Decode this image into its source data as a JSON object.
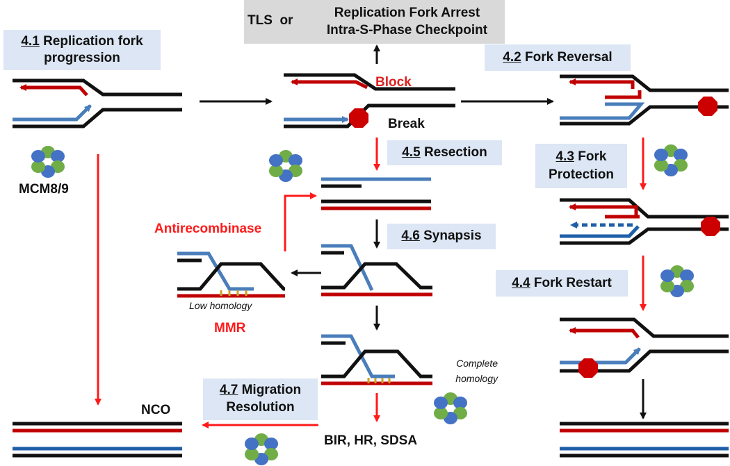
{
  "boxes": {
    "s41": {
      "num": "4.1",
      "text1": "Replication fork",
      "text2": "progression"
    },
    "top": {
      "left": "TLS",
      "or": "or",
      "line1": "Replication Fork Arrest",
      "line2": "Intra-S-Phase Checkpoint"
    },
    "s42": {
      "num": "4.2",
      "text": "Fork Reversal"
    },
    "s43": {
      "num": "4.3",
      "text1": "Fork",
      "text2": "Protection"
    },
    "s44": {
      "num": "4.4",
      "text": "Fork Restart"
    },
    "s45": {
      "num": "4.5",
      "text": "Resection"
    },
    "s46": {
      "num": "4.6",
      "text": "Synapsis"
    },
    "s47": {
      "num": "4.7",
      "text1": "Migration",
      "text2": "Resolution"
    }
  },
  "labels": {
    "block": "Block",
    "break": "Break",
    "mcm": "MCM8/9",
    "antirecombinase": "Antirecombinase",
    "low_homology": "Low homology",
    "mmr": "MMR",
    "complete1": "Complete",
    "complete2": "homology",
    "nco": "NCO",
    "outcomes": "BIR, HR, SDSA"
  },
  "colors": {
    "black": "#111111",
    "red": "#c00000",
    "bright_red": "#ff1a1a",
    "blue": "#4a7ebb",
    "dark_blue": "#1f5fa8",
    "stop": "#cc0000",
    "box_blue": "#dce6f4",
    "box_grey": "#d9d9d9",
    "protein_blue": "#4472c4",
    "protein_green": "#70ad47",
    "mismatch": "#c9a227"
  }
}
